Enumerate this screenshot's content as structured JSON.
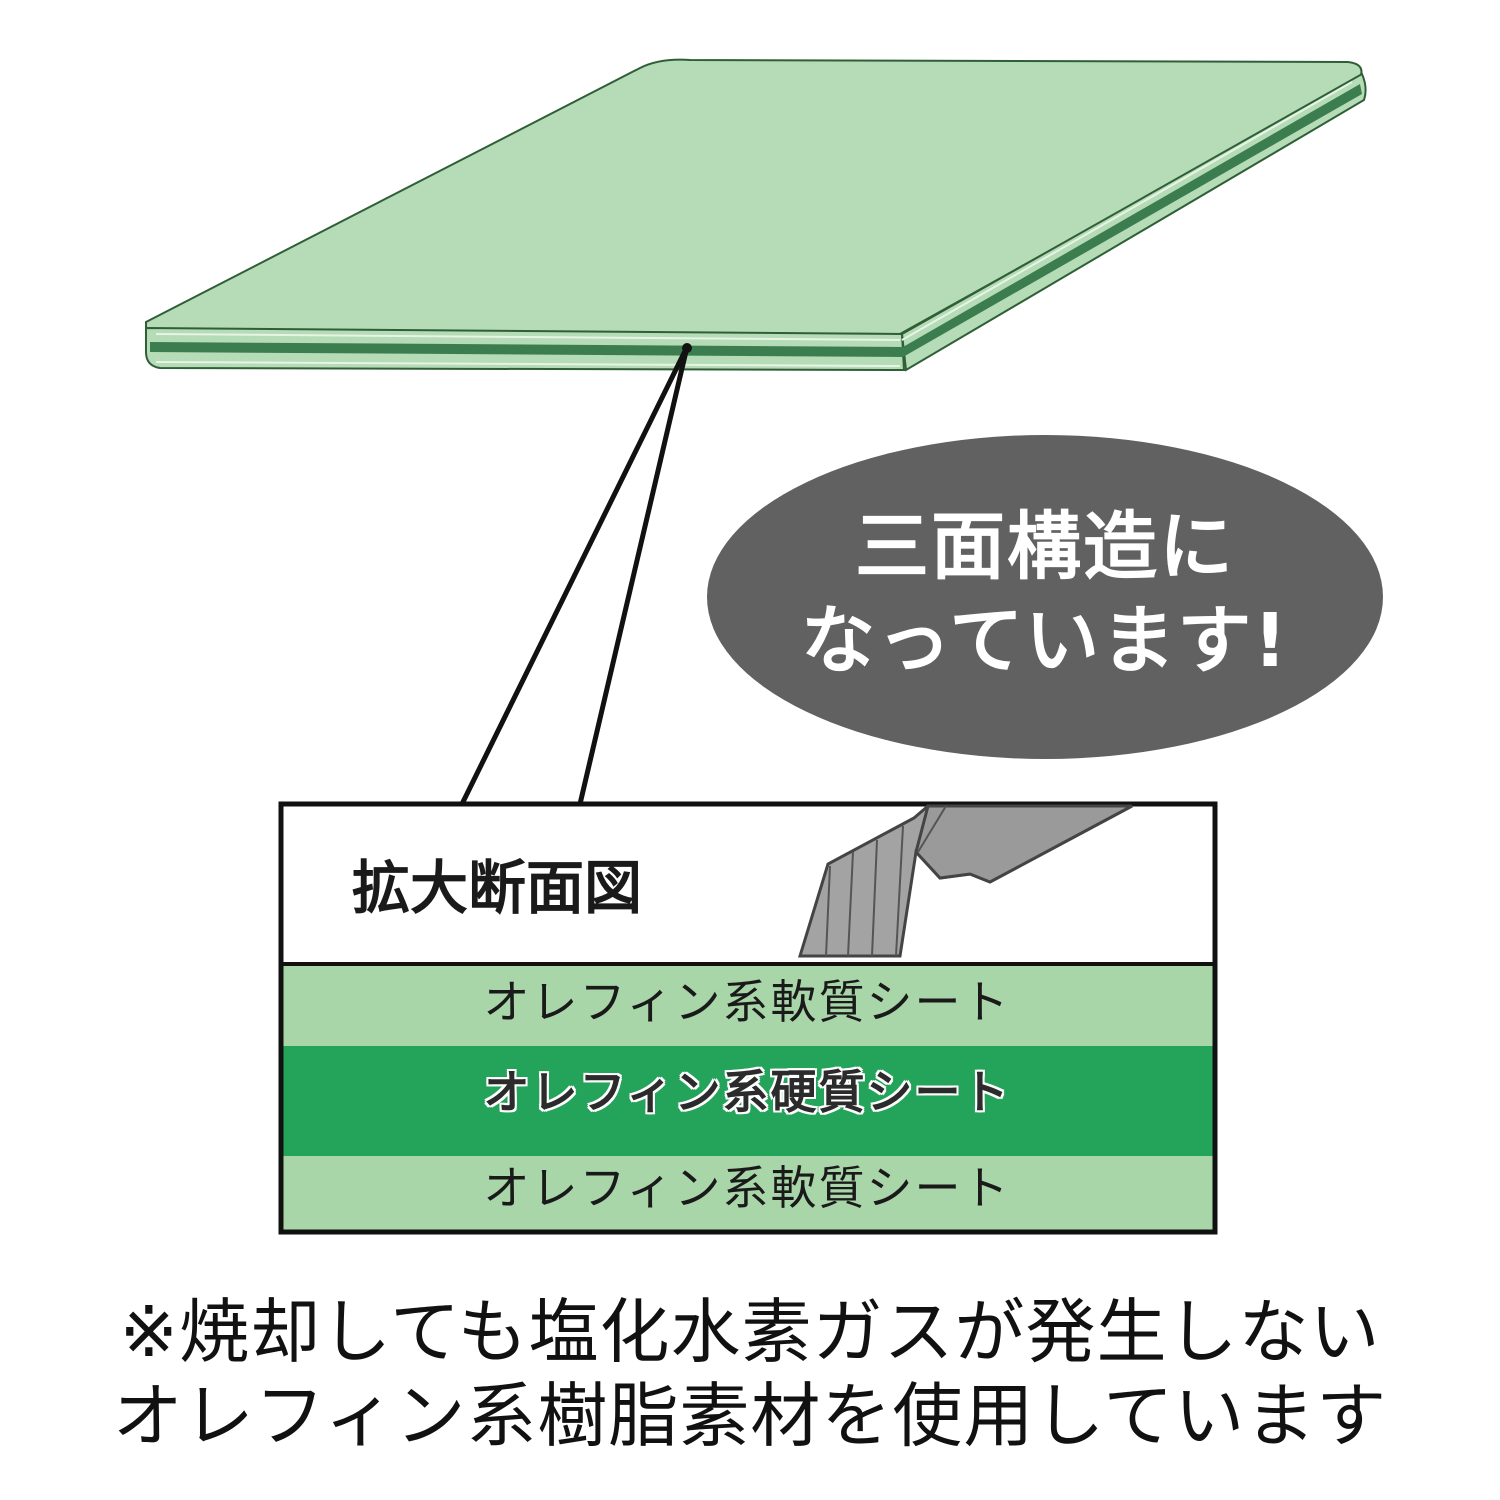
{
  "bubble": {
    "line1": "三面構造に",
    "line2": "なっています!"
  },
  "cross_section": {
    "title": "拡大断面図",
    "layers": [
      {
        "label": "オレフィン系軟質シート"
      },
      {
        "label": "オレフィン系硬質シート"
      },
      {
        "label": "オレフィン系軟質シート"
      }
    ]
  },
  "footnote": {
    "line1": "※焼却しても塩化水素ガスが発生しない",
    "line2": "オレフィン系樹脂素材を使用しています"
  },
  "colors": {
    "board_light": "#b5dbb7",
    "board_stripe": "#3c7d4f",
    "board_outline": "#2f5f36",
    "bubble_fill": "#616161",
    "layer_soft": "#a9d6a8",
    "layer_hard": "#24a35a",
    "blade_fill": "#a3a3a3",
    "blade_outline": "#444444"
  },
  "icons": {
    "blade": "cutter-blade-icon"
  }
}
